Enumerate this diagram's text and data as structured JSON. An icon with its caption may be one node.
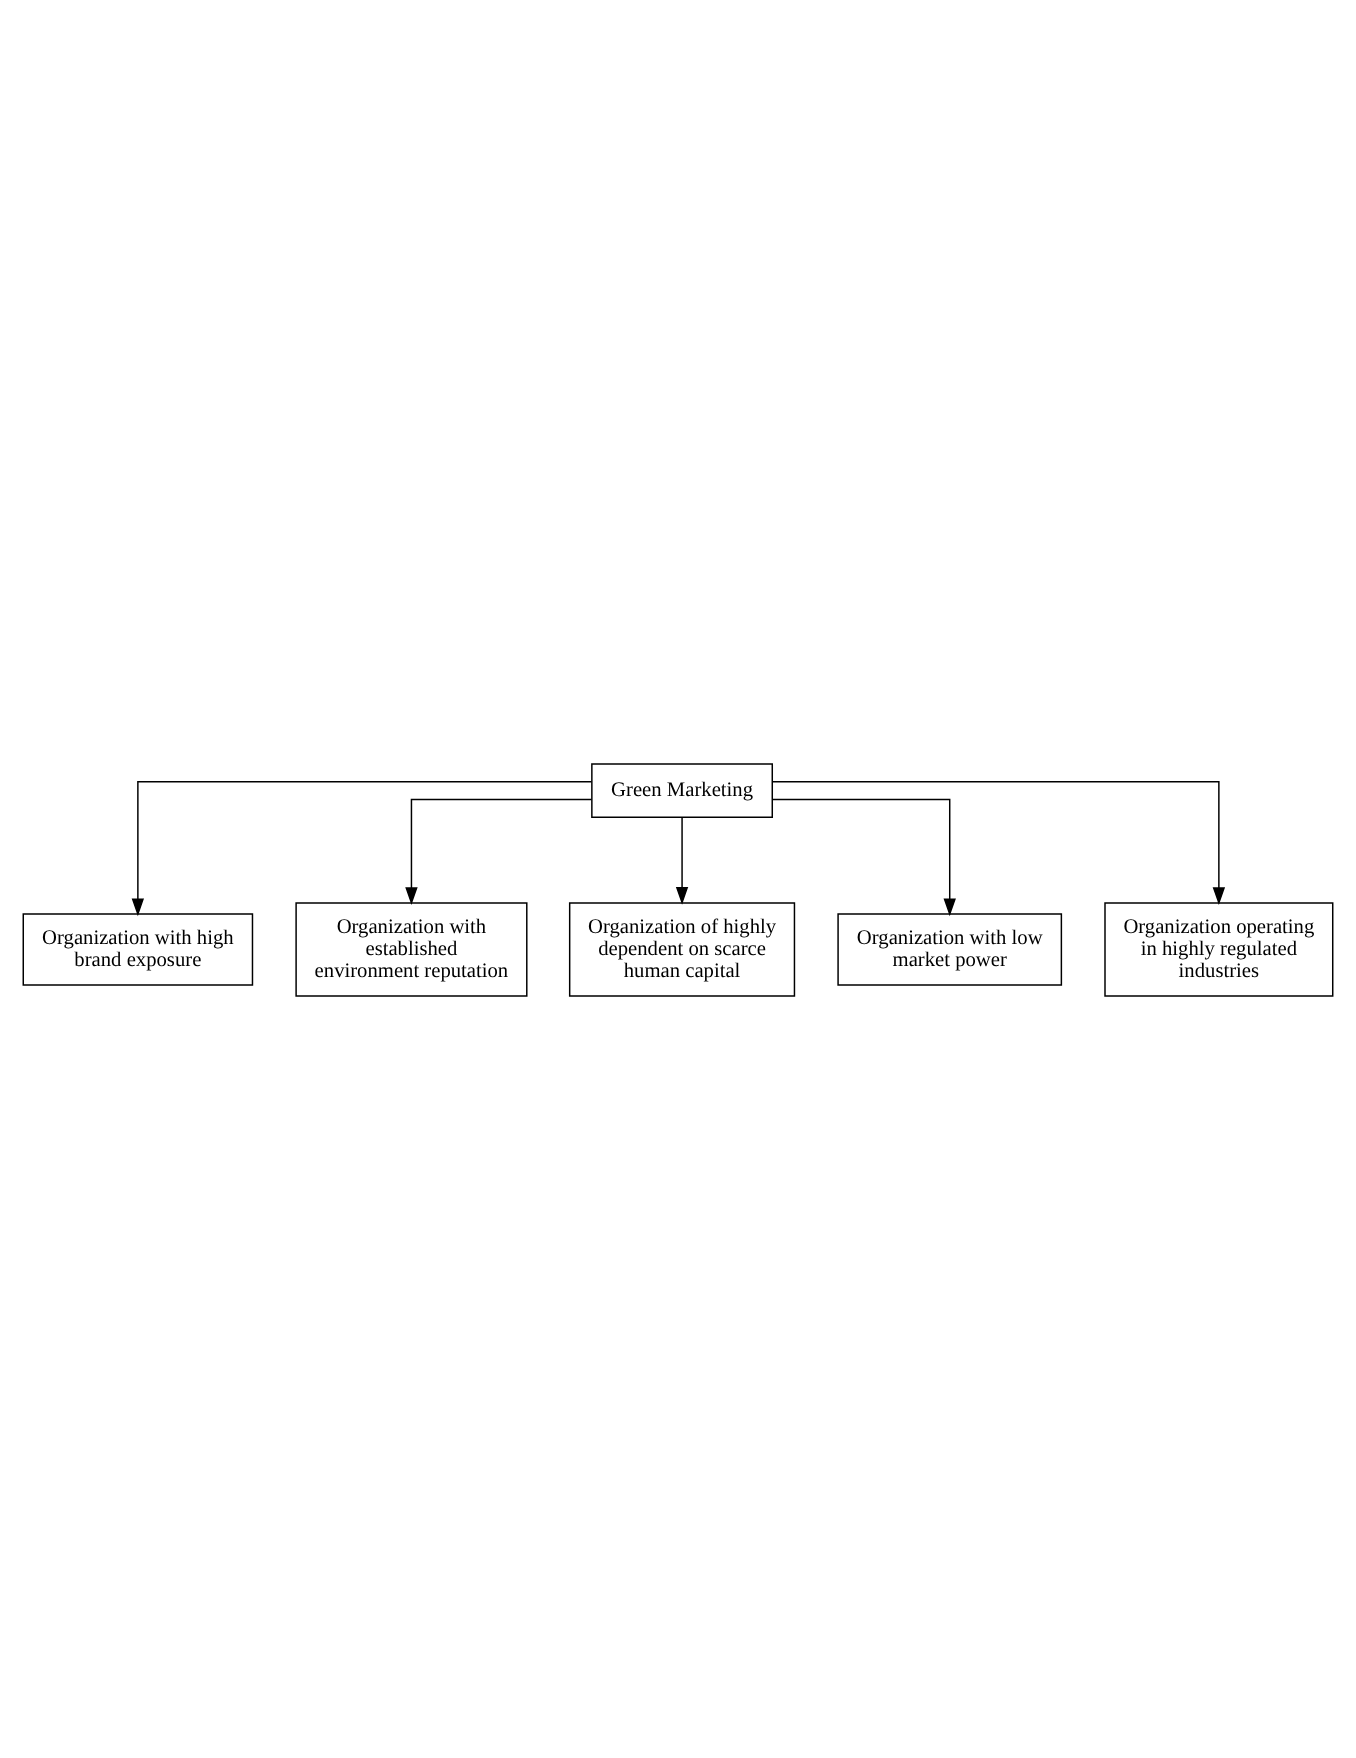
{
  "diagram": {
    "nodes": [
      {
        "text": [
          "Green Marketing"
        ]
      },
      {
        "text": [
          "Organization with high brand exposure"
        ]
      },
      {
        "text": [
          "Organization with established environment reputation"
        ]
      },
      {
        "text": [
          "Organization of highly dependent on scarce human capital"
        ]
      },
      {
        "text": [
          "Organization with low market power"
        ]
      },
      {
        "text": [
          "Organization operating in highly regulated industries"
        ]
      }
    ],
    "edges": [
      {
        "from": 0,
        "to": 1,
        "arrow": "to"
      },
      {
        "from": 0,
        "to": 2,
        "arrow": "to"
      },
      {
        "from": 0,
        "to": 3,
        "arrow": "to"
      },
      {
        "from": 0,
        "to": 4,
        "arrow": "to"
      },
      {
        "from": 0,
        "to": 5,
        "arrow": "to"
      }
    ]
  }
}
